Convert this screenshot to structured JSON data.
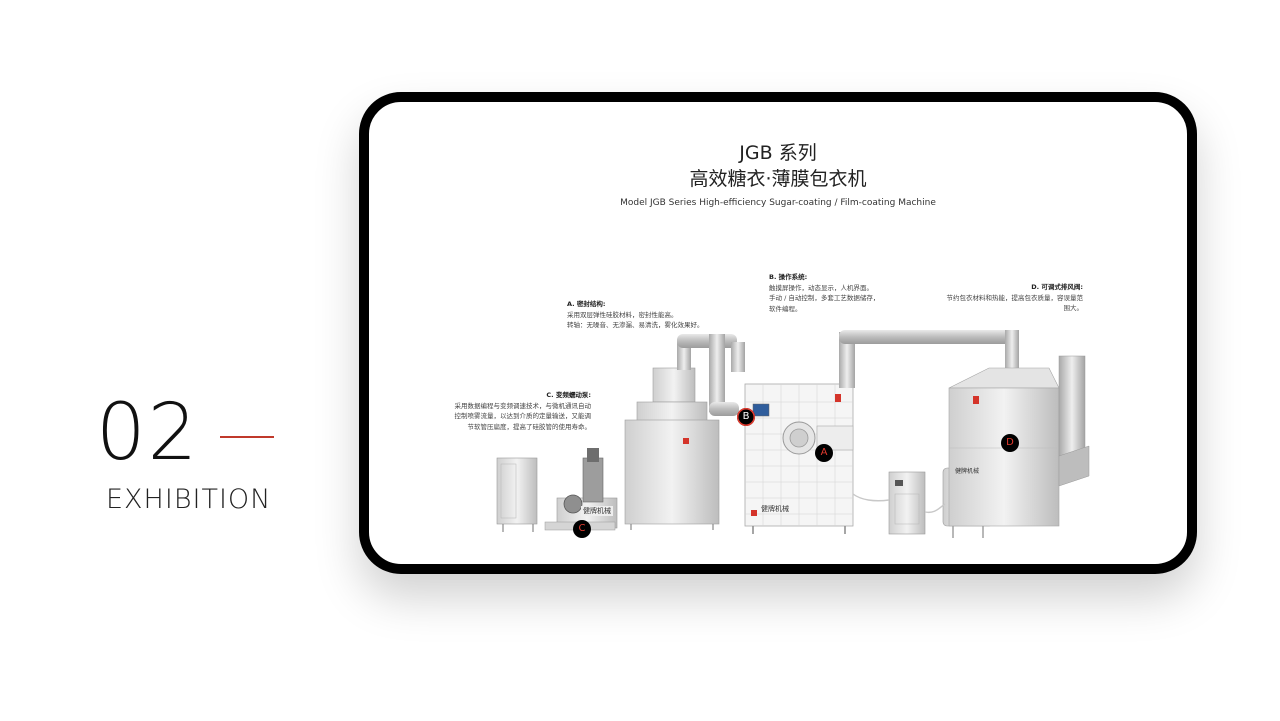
{
  "section": {
    "number": "02",
    "label": "EXHIBITION"
  },
  "screen": {
    "title_series": "JGB 系列",
    "title_product": "高效糖衣·薄膜包衣机",
    "title_en": "Model JGB Series High-efficiency Sugar-coating / Film-coating Machine"
  },
  "callouts": {
    "a": {
      "heading": "A. 密封结构:",
      "lines": [
        "采用双层弹性硅胶材料，密封性能高。",
        "转轴：无噪音、无渗漏、易清洗，雾化效果好。"
      ]
    },
    "b": {
      "heading": "B. 操作系统:",
      "lines": [
        "触摸屏操作，动态显示，人机界面。",
        "手动 / 自动控制，多套工艺数据储存，",
        "软件编程。"
      ]
    },
    "c": {
      "heading": "C. 变频蠕动泵:",
      "lines": [
        "采用数据编程与变频调速技术，与微机通讯自动",
        "控制喷雾流量，以达到介质的定量输送，又能调",
        "节软管压扁度，提高了硅胶管的使用寿命。"
      ]
    },
    "d": {
      "heading": "D. 可调式排风阀:",
      "lines": [
        "节约包衣材料和热能，提高包衣质量，容误量范",
        "围大。"
      ]
    }
  },
  "markers": {
    "a": "A",
    "b": "B",
    "c": "C",
    "d": "D"
  },
  "brand": {
    "logo_text": "健牌机械"
  },
  "colors": {
    "accent": "#c0392b",
    "marker_fill": "#000000",
    "marker_text": "#e53b2f",
    "frame": "#000000"
  }
}
